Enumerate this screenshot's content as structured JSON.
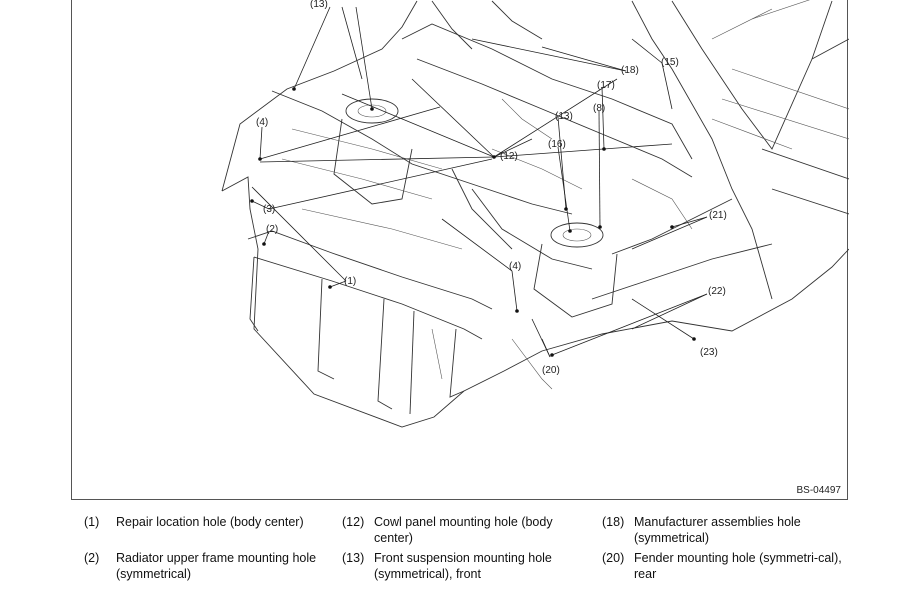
{
  "figure": {
    "code": "BS-04497",
    "callouts": [
      "(13)",
      "(4)",
      "(3)",
      "(2)",
      "(1)",
      "(4)",
      "(12)",
      "(13)",
      "(16)",
      "(8)",
      "(17)",
      "(18)",
      "(15)",
      "(21)",
      "(22)",
      "(23)",
      "(20)"
    ]
  },
  "legend": {
    "items": [
      {
        "num": "(1)",
        "text": "Repair location hole (body center)"
      },
      {
        "num": "(2)",
        "text": "Radiator upper frame mounting hole (symmetrical)"
      },
      {
        "num": "(12)",
        "text": "Cowl panel mounting hole (body center)"
      },
      {
        "num": "(13)",
        "text": "Front suspension mounting hole (symmetrical), front"
      },
      {
        "num": "(18)",
        "text": "Manufacturer assemblies hole (symmetrical)"
      },
      {
        "num": "(20)",
        "text": "Fender mounting hole (symmetri-cal), rear"
      }
    ]
  }
}
